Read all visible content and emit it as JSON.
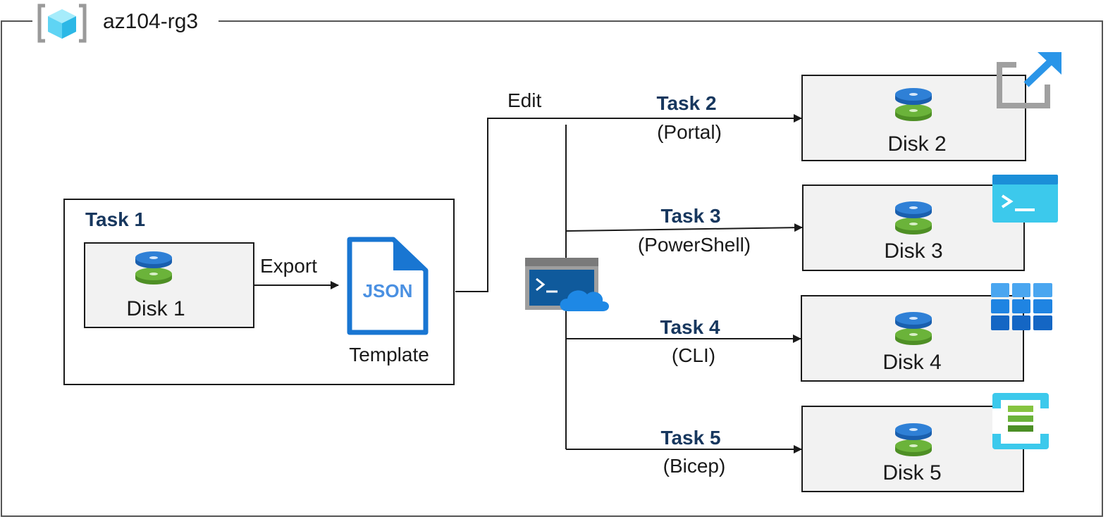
{
  "resource_group": {
    "title": "az104-rg3",
    "icon": "resource-group-icon"
  },
  "task1": {
    "heading": "Task 1",
    "disk_label": "Disk 1"
  },
  "export": {
    "label": "Export"
  },
  "template": {
    "label": "Template",
    "icon_text": "JSON"
  },
  "edit": {
    "label": "Edit"
  },
  "tasks": [
    {
      "heading": "Task 2",
      "method": "(Portal)",
      "disk_label": "Disk 2",
      "icon": "portal-link-icon"
    },
    {
      "heading": "Task 3",
      "method": "(PowerShell)",
      "disk_label": "Disk 3",
      "icon": "powershell-icon"
    },
    {
      "heading": "Task 4",
      "method": "(CLI)",
      "disk_label": "Disk 4",
      "icon": "cli-grid-icon"
    },
    {
      "heading": "Task 5",
      "method": "(Bicep)",
      "disk_label": "Disk 5",
      "icon": "bicep-icon"
    }
  ],
  "colors": {
    "heading": "#17375e",
    "disk_top": "#2f80d6",
    "disk_bottom": "#6bb33a",
    "json_blue": "#1976d2",
    "cloud_shell": "#0f5a9c",
    "cyan": "#3cc9ec"
  }
}
